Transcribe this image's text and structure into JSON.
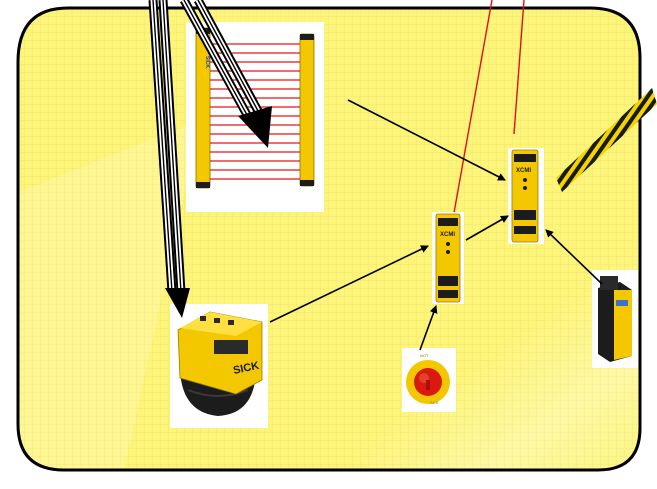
{
  "colors": {
    "panel_fill": "#fdf57a",
    "panel_grid": "#e9e06a",
    "panel_border": "#000000",
    "signal_wire": "#e0101a",
    "arrow": "#000000",
    "device_yellow": "#f4c800",
    "device_black": "#1c1c1c",
    "light_beam": "#e8141c"
  },
  "devices": {
    "light_curtain": {
      "icon": "safety-light-curtain-icon",
      "brand_text": "SICK"
    },
    "laser_scanner": {
      "icon": "safety-laser-scanner-icon",
      "brand_text": "SICK"
    },
    "safety_relay_left": {
      "icon": "safety-relay-module-icon",
      "brand_text": "XCMI"
    },
    "safety_relay_right": {
      "icon": "safety-relay-module-icon",
      "brand_text": "XCMI"
    },
    "emergency_stop": {
      "icon": "emergency-stop-button-icon"
    },
    "door_switch": {
      "icon": "safety-door-switch-icon"
    },
    "hazard_stripe": {
      "icon": "hazard-stripe-icon"
    }
  }
}
